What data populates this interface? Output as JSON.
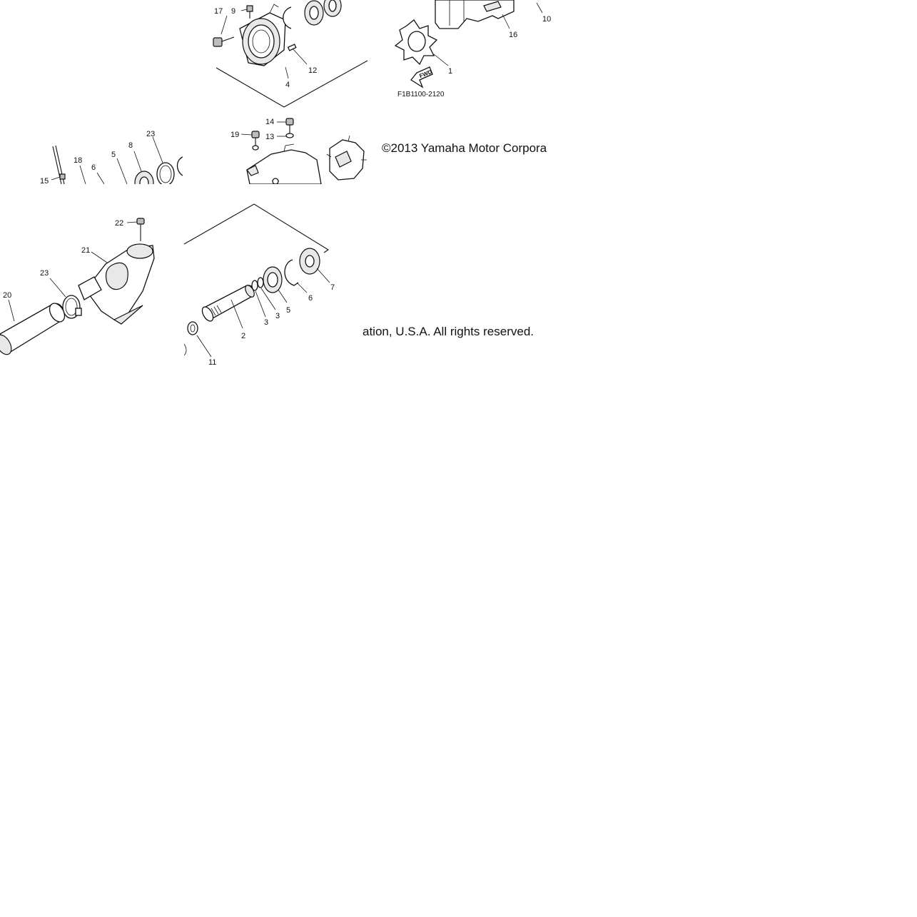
{
  "callouts_top": [
    {
      "id": "17",
      "label": "17"
    },
    {
      "id": "9",
      "label": "9"
    },
    {
      "id": "16",
      "label": "16"
    },
    {
      "id": "12",
      "label": "12"
    },
    {
      "id": "4",
      "label": "4"
    },
    {
      "id": "1",
      "label": "1"
    },
    {
      "id": "10",
      "label": "10"
    }
  ],
  "fwd_label": "FWD",
  "diagram_code": "F1B1100-2120",
  "copyright_left": "©2013 Yamaha Motor Corpora",
  "callouts_mid": [
    {
      "id": "14",
      "label": "14"
    },
    {
      "id": "19",
      "label": "19"
    },
    {
      "id": "13",
      "label": "13"
    },
    {
      "id": "23a",
      "label": "23"
    },
    {
      "id": "8",
      "label": "8"
    },
    {
      "id": "5a",
      "label": "5"
    },
    {
      "id": "18",
      "label": "18"
    },
    {
      "id": "6a",
      "label": "6"
    },
    {
      "id": "15",
      "label": "15"
    }
  ],
  "callouts_bottom": [
    {
      "id": "22",
      "label": "22"
    },
    {
      "id": "21",
      "label": "21"
    },
    {
      "id": "23b",
      "label": "23"
    },
    {
      "id": "20",
      "label": "20"
    },
    {
      "id": "7",
      "label": "7"
    },
    {
      "id": "6b",
      "label": "6"
    },
    {
      "id": "5b",
      "label": "5"
    },
    {
      "id": "3a",
      "label": "3"
    },
    {
      "id": "3b",
      "label": "3"
    },
    {
      "id": "2",
      "label": "2"
    },
    {
      "id": "11",
      "label": "11"
    }
  ],
  "copyright_right": "ation, U.S.A. All rights reserved."
}
